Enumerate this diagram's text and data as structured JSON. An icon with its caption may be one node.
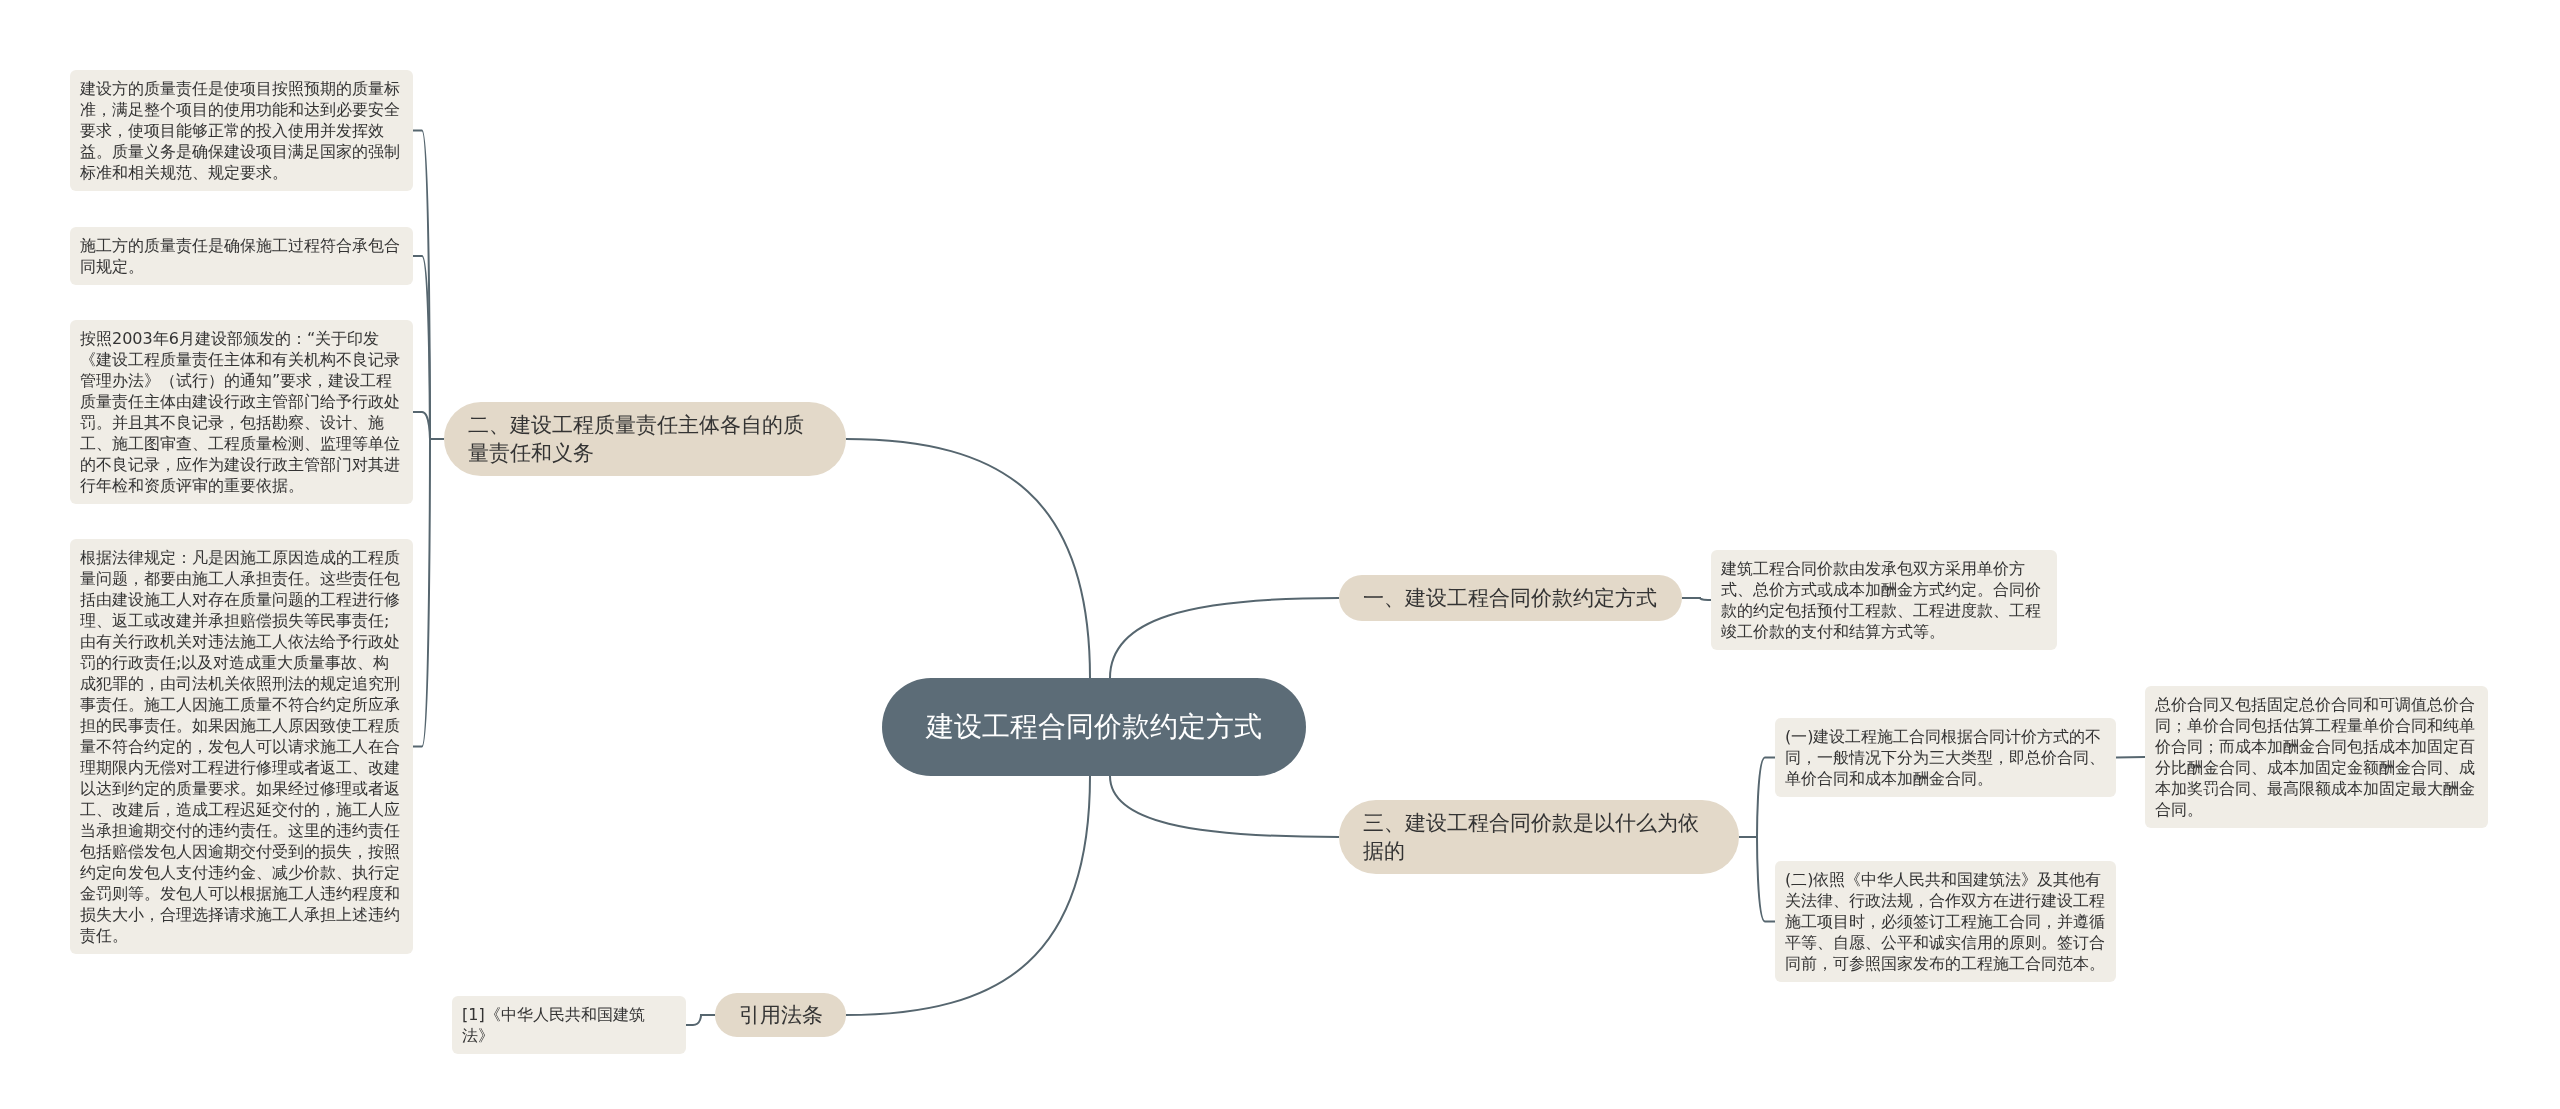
{
  "diagram": {
    "nodes": [
      {
        "text": [
          "建设工程合同价款约定方式"
        ]
      },
      {
        "text": [
          "一、建设工程合同价款约定方式"
        ]
      },
      {
        "text": [
          "建筑工程合同价款由发承包双方采用单价方式、总价方式或成本加酬金方式约定。合同价款的约定包括预付工程款、工程进度款、工程竣工价款的支付和结算方式等。"
        ]
      },
      {
        "text": [
          "三、建设工程合同价款是以什么为依据的"
        ]
      },
      {
        "text": [
          "(一)建设工程施工合同根据合同计价方式的不同，一般情况下分为三大类型，即总价合同、单价合同和成本加酬金合同。"
        ]
      },
      {
        "text": [
          "总价合同又包括固定总价合同和可调值总价合同；单价合同包括估算工程量单价合同和纯单价合同；而成本加酬金合同包括成本加固定百分比酬金合同、成本加固定金额酬金合同、成本加奖罚合同、最高限额成本加固定最大酬金合同。"
        ]
      },
      {
        "text": [
          "(二)依照《中华人民共和国建筑法》及其他有关法律、行政法规，合作双方在进行建设工程施工项目时，必须签订工程施工合同，并遵循平等、自愿、公平和诚实信用的原则。签订合同前，可参照国家发布的工程施工合同范本。"
        ]
      },
      {
        "text": [
          "二、建设工程质量责任主体各自的质量责任和义务"
        ]
      },
      {
        "text": [
          "建设方的质量责任是使项目按照预期的质量标准，满足整个项目的使用功能和达到必要安全要求，使项目能够正常的投入使用并发挥效益。质量义务是确保建设项目满足国家的强制标准和相关规范、规定要求。"
        ]
      },
      {
        "text": [
          "施工方的质量责任是确保施工过程符合承包合同规定。"
        ]
      },
      {
        "text": [
          "按照2003年6月建设部颁发的：“关于印发《建设工程质量责任主体和有关机构不良记录管理办法》（试行）的通知”要求，建设工程质量责任主体由建设行政主管部门给予行政处罚。并且其不良记录，包括勘察、设计、施工、施工图审查、工程质量检测、监理等单位的不良记录，应作为建设行政主管部门对其进行年检和资质评审的重要依据。"
        ]
      },
      {
        "text": [
          "根据法律规定：凡是因施工原因造成的工程质量问题，都要由施工人承担责任。这些责任包括由建设施工人对存在质量问题的工程进行修理、返工或改建并承担赔偿损失等民事责任;由有关行政机关对违法施工人依法给予行政处罚的行政责任;以及对造成重大质量事故、构成犯罪的，由司法机关依照刑法的规定追究刑事责任。施工人因施工质量不符合约定所应承担的民事责任。如果因施工人原因致使工程质量不符合约定的，发包人可以请求施工人在合理期限内无偿对工程进行修理或者返工、改建以达到约定的质量要求。如果经过修理或者返工、改建后，造成工程迟延交付的，施工人应当承担逾期交付的违约责任。这里的违约责任包括赔偿发包人因逾期交付受到的损失，按照约定向发包人支付违约金、减少价款、执行定金罚则等。发包人可以根据施工人违约程度和损失大小，合理选择请求施工人承担上述违约责任。"
        ]
      },
      {
        "text": [
          "引用法条"
        ]
      },
      {
        "text": [
          "[1]《中华人民共和国建筑法》"
        ]
      }
    ],
    "edges": [
      {
        "from": 0,
        "to": 1,
        "arrow": "none"
      },
      {
        "from": 1,
        "to": 2,
        "arrow": "none"
      },
      {
        "from": 0,
        "to": 3,
        "arrow": "none"
      },
      {
        "from": 3,
        "to": 4,
        "arrow": "none"
      },
      {
        "from": 4,
        "to": 5,
        "arrow": "none"
      },
      {
        "from": 3,
        "to": 6,
        "arrow": "none"
      },
      {
        "from": 0,
        "to": 7,
        "arrow": "none"
      },
      {
        "from": 7,
        "to": 8,
        "arrow": "none"
      },
      {
        "from": 7,
        "to": 9,
        "arrow": "none"
      },
      {
        "from": 7,
        "to": 10,
        "arrow": "none"
      },
      {
        "from": 7,
        "to": 11,
        "arrow": "none"
      },
      {
        "from": 0,
        "to": 12,
        "arrow": "none"
      },
      {
        "from": 12,
        "to": 13,
        "arrow": "none"
      }
    ]
  }
}
